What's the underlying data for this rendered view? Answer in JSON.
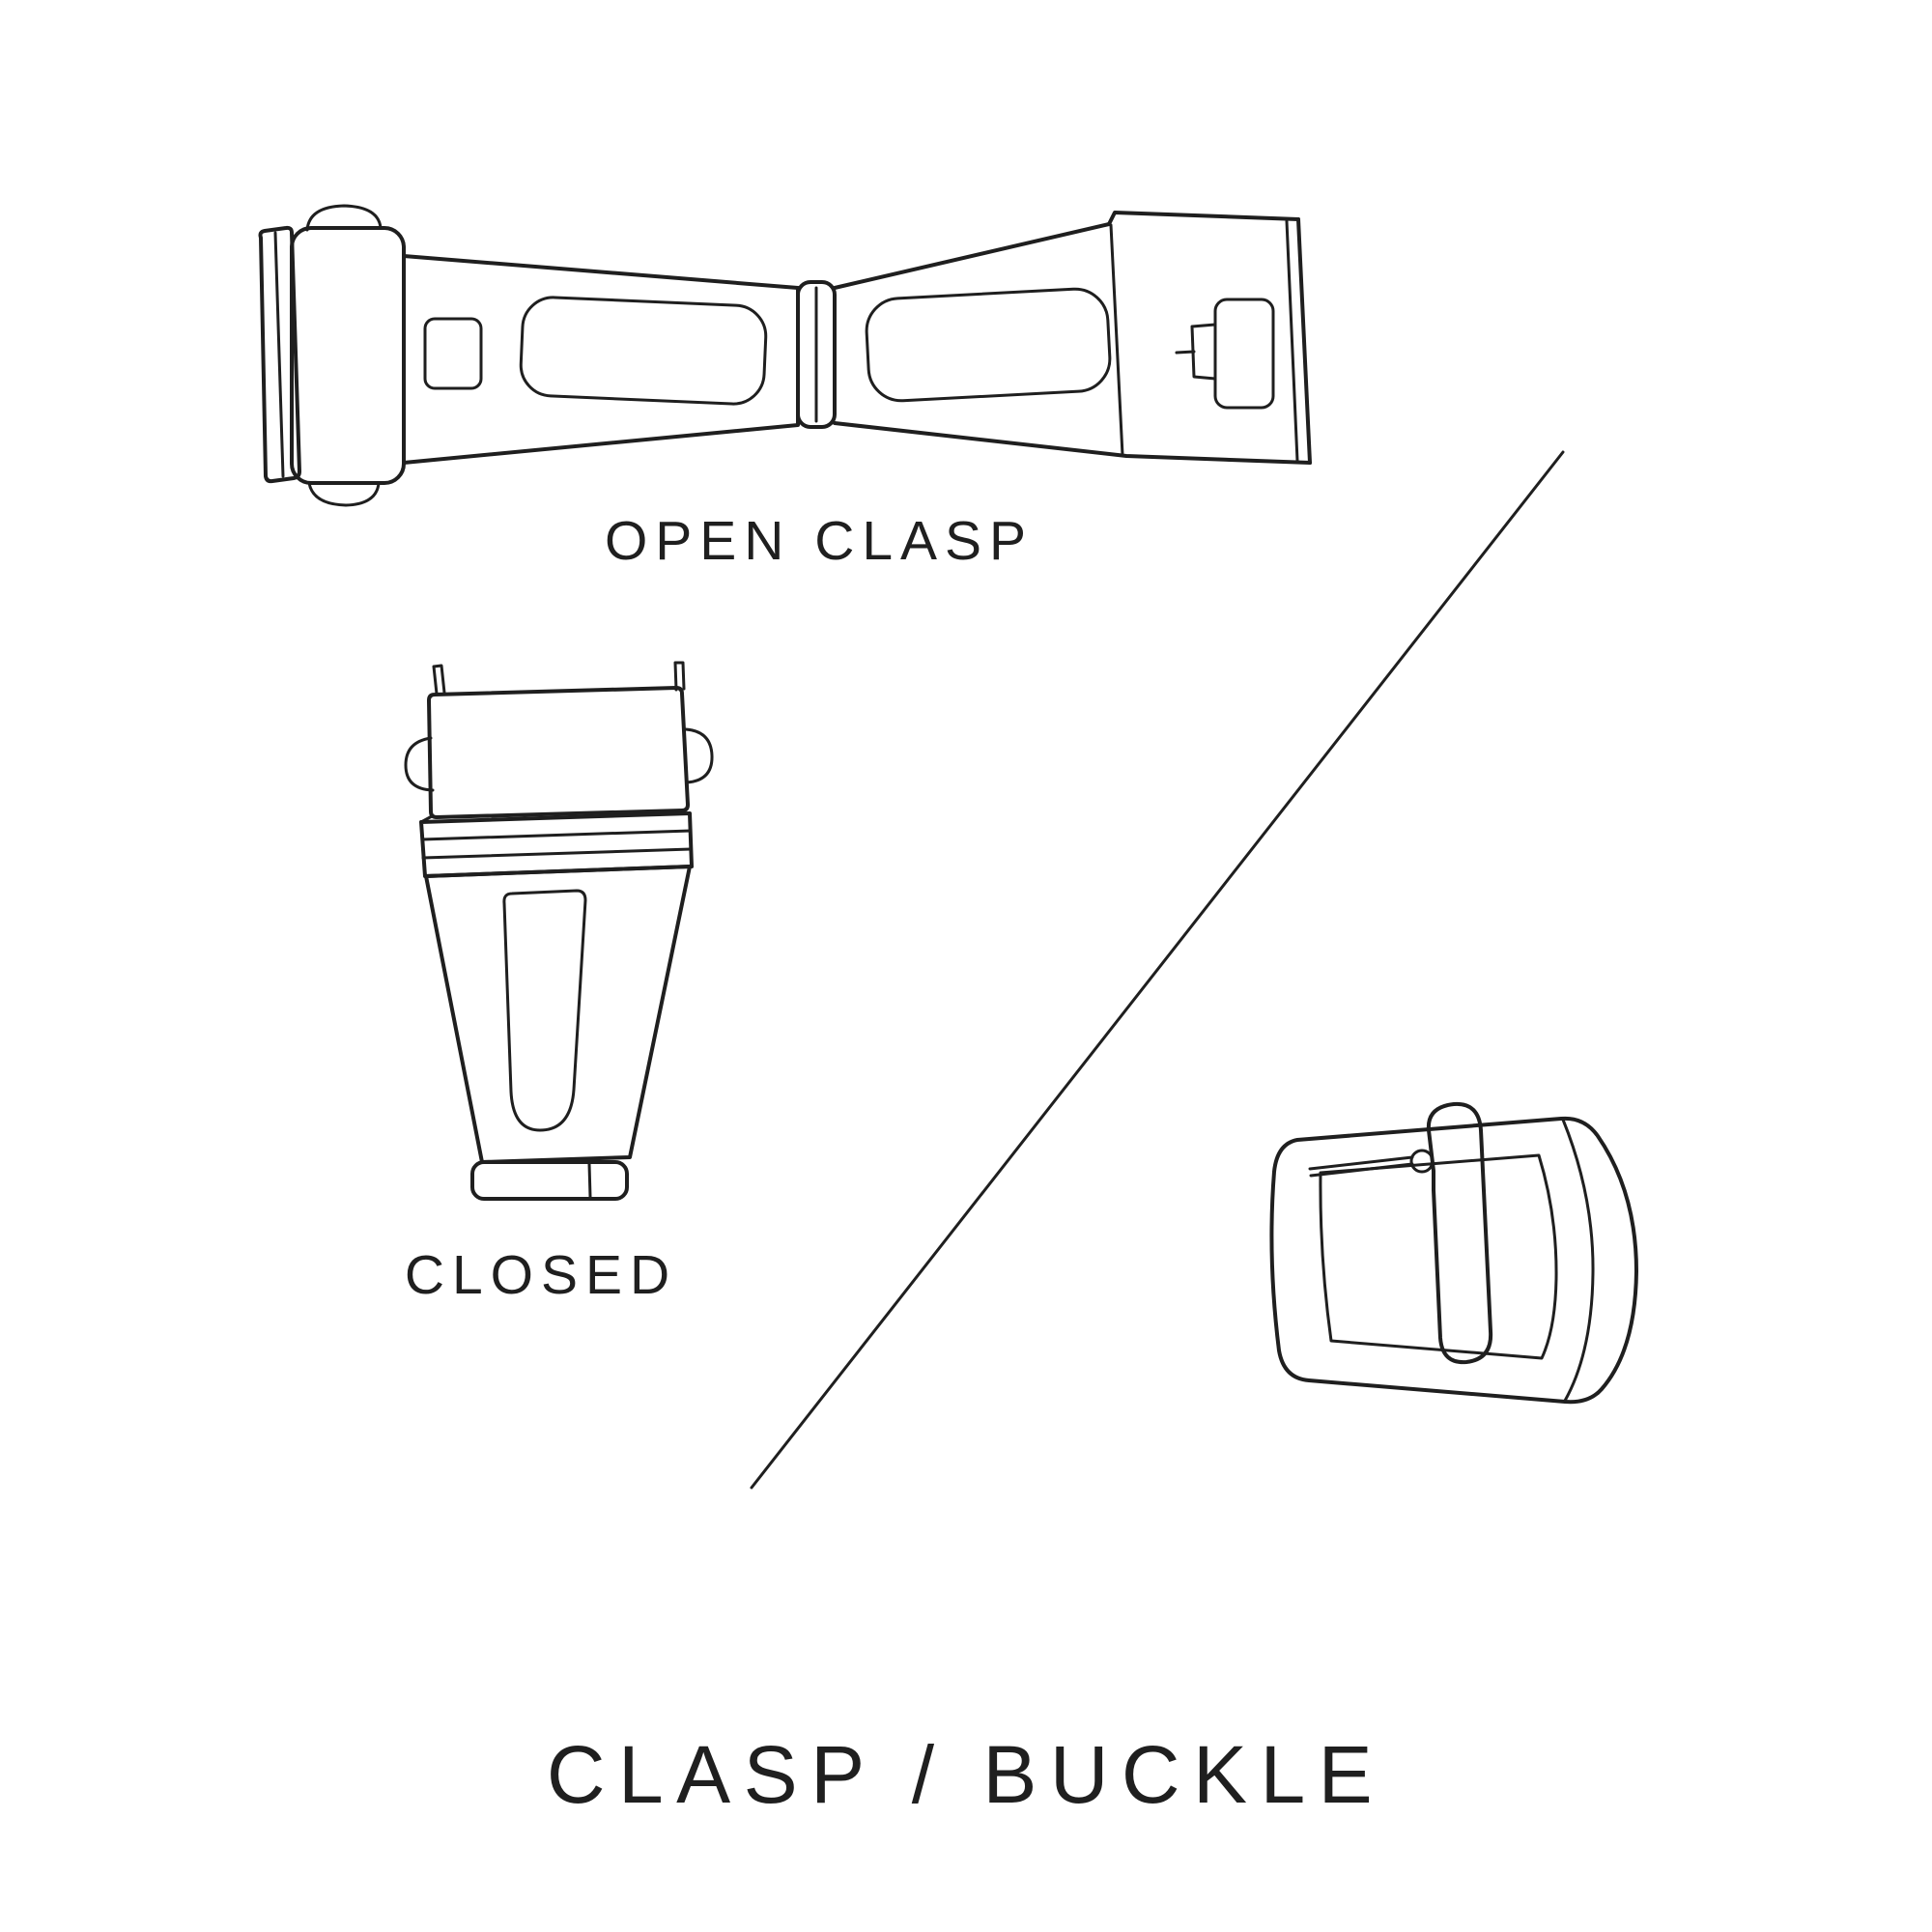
{
  "page": {
    "background_color": "#ffffff",
    "line_color": "#1f1f1f",
    "text_color": "#1f1f1f"
  },
  "diagram": {
    "title": "CLASP / BUCKLE",
    "labels": {
      "open_clasp": "OPEN CLASP",
      "closed": "CLOSED"
    },
    "illustrations": [
      {
        "name": "open-clasp-illustration",
        "caption": "OPEN CLASP"
      },
      {
        "name": "closed-clasp-illustration",
        "caption": "CLOSED"
      },
      {
        "name": "buckle-illustration",
        "caption": ""
      }
    ]
  }
}
